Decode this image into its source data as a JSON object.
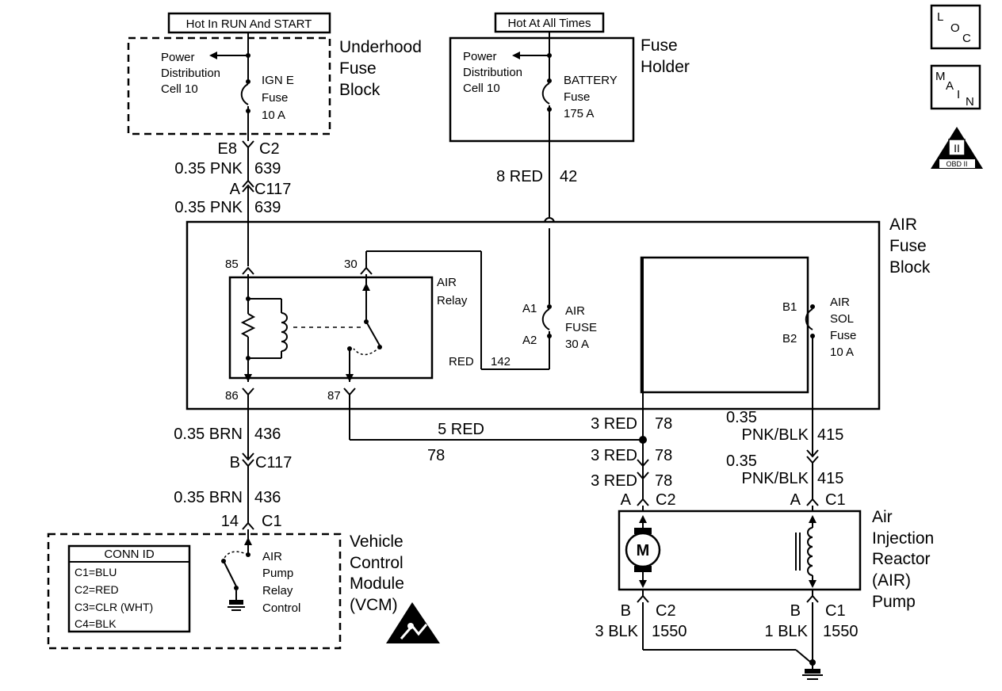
{
  "header_labels": {
    "hot_run_start": "Hot In RUN And START",
    "hot_all_times": "Hot At All Times"
  },
  "corner_icons": {
    "loc": [
      "L",
      "O",
      "C"
    ],
    "main": [
      "M",
      "A",
      "I",
      "N"
    ],
    "obd": {
      "top": "II",
      "bottom": "OBD II"
    }
  },
  "underhood": {
    "title": [
      "Underhood",
      "Fuse",
      "Block"
    ],
    "power": [
      "Power",
      "Distribution",
      "Cell 10"
    ],
    "fuse": [
      "IGN E",
      "Fuse",
      "10 A"
    ]
  },
  "fuse_holder": {
    "title": [
      "Fuse",
      "Holder"
    ],
    "power": [
      "Power",
      "Distribution",
      "Cell 10"
    ],
    "fuse": [
      "BATTERY",
      "Fuse",
      "175 A"
    ]
  },
  "air_fuse_block": {
    "title": [
      "AIR",
      "Fuse",
      "Block"
    ],
    "relay": [
      "AIR",
      "Relay"
    ],
    "pins": {
      "p85": "85",
      "p86": "86",
      "p30": "30",
      "p87": "87",
      "a1": "A1",
      "a2": "A2",
      "b1": "B1",
      "b2": "B2"
    },
    "air_fuse": [
      "AIR",
      "FUSE",
      "30 A"
    ],
    "sol_fuse": [
      "AIR",
      "SOL",
      "Fuse",
      "10 A"
    ],
    "red": "RED",
    "red_circuit": "142"
  },
  "wires": {
    "e8": "E8",
    "c2_top": "C2",
    "pnk_1": "0.35 PNK",
    "c639_1": "639",
    "a_c117": "A",
    "c117_top": "C117",
    "pnk_2": "0.35 PNK",
    "c639_2": "639",
    "red8": "8 RED",
    "c42": "42",
    "brn_1": "0.35 BRN",
    "c436_1": "436",
    "b_c117": "B",
    "c117_bot": "C117",
    "brn_2": "0.35 BRN",
    "c436_2": "436",
    "vcm_pin": "14",
    "vcm_conn": "C1",
    "red5": "5 RED",
    "c78_a": "78",
    "red3_1": "3 RED",
    "c78_1": "78",
    "red3_2": "3 RED",
    "c78_2": "78",
    "red3_3": "3 RED",
    "c78_3": "78",
    "pump_a_c2": "A",
    "pump_c2": "C2",
    "pnkblk_1a": "0.35",
    "pnkblk_1b": "PNK/BLK",
    "c415_1": "415",
    "pnkblk_2a": "0.35",
    "pnkblk_2b": "PNK/BLK",
    "c415_2": "415",
    "pump_a_c1": "A",
    "pump_c1": "C1",
    "pump_b_c2": "B",
    "pump_c2_bot": "C2",
    "blk3": "3 BLK",
    "c1550_1": "1550",
    "pump_b_c1": "B",
    "pump_c1_bot": "C1",
    "blk1": "1 BLK",
    "c1550_2": "1550"
  },
  "vcm": {
    "title": [
      "Vehicle",
      "Control",
      "Module",
      "(VCM)"
    ],
    "conn_id_title": "CONN ID",
    "conn_id": [
      "C1=BLU",
      "C2=RED",
      "C3=CLR (WHT)",
      "C4=BLK"
    ],
    "control": [
      "AIR",
      "Pump",
      "Relay",
      "Control"
    ]
  },
  "pump": {
    "title": [
      "Air",
      "Injection",
      "Reactor",
      "(AIR)",
      "Pump"
    ],
    "motor": "M"
  }
}
